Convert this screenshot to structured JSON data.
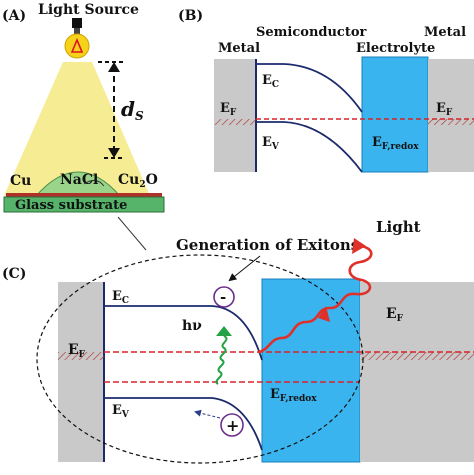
{
  "panel_a": {
    "label": "(A)",
    "light_source": "Light Source",
    "distance_main": "d",
    "distance_sub": "S",
    "cu_label": "Cu",
    "nacl_label": "NaCl",
    "cu2o_main": "Cu",
    "cu2o_sub": "2",
    "cu2o_end": "O",
    "substrate_label": "Glass substrate"
  },
  "panel_b": {
    "label": "(B)",
    "semiconductor": "Semiconductor",
    "metal_left": "Metal",
    "metal_right": "Metal",
    "electrolyte": "Electrolyte",
    "ec_main": "E",
    "ec_sub": "C",
    "ev_main": "E",
    "ev_sub": "V",
    "ef_left_main": "E",
    "ef_left_sub": "F",
    "ef_right_main": "E",
    "ef_right_sub": "F",
    "efredox_main": "E",
    "efredox_sub": "F,redox"
  },
  "panel_c": {
    "label": "(C)",
    "generation": "Generation of Exitons",
    "light": "Light",
    "hv": "hν",
    "minus": "-",
    "plus": "+",
    "ec_main": "E",
    "ec_sub": "C",
    "ev_main": "E",
    "ev_sub": "V",
    "ef_left_main": "E",
    "ef_left_sub": "F",
    "ef_right_main": "E",
    "ef_right_sub": "F",
    "efredox_main": "E",
    "efredox_sub": "F,redox"
  },
  "colors": {
    "metal": "#c9c9c9",
    "electrolyte": "#3ab4ef",
    "beam": "#f6ec93",
    "substrate": "#56b36a",
    "nacl_dome": "#9ad48a",
    "fermi_dashed": "#d8232a",
    "wave": "#e0302a",
    "arrow_green": "#23a346"
  }
}
